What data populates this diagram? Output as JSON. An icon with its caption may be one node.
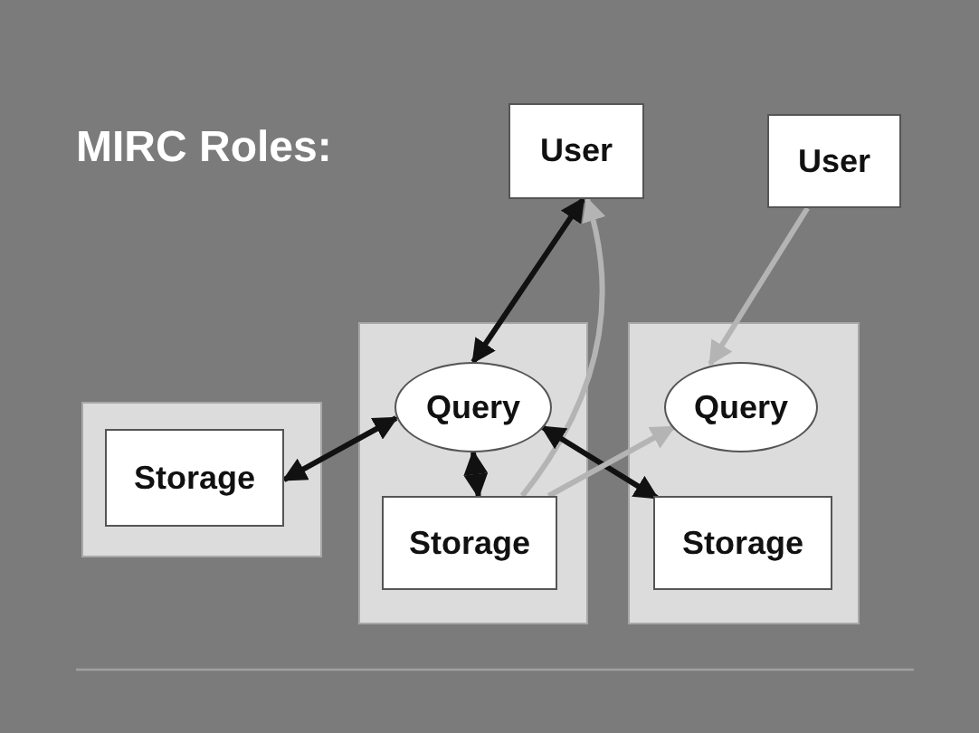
{
  "diagram": {
    "title": "MIRC Roles:",
    "nodes": [
      {
        "text": [
          "User"
        ]
      },
      {
        "text": [
          "User"
        ]
      },
      {
        "text": [],
        "shape": "box"
      },
      {
        "text": [
          "Storage"
        ],
        "in": 2
      },
      {
        "text": [],
        "shape": "box"
      },
      {
        "text": [
          "Query"
        ],
        "in": 4
      },
      {
        "text": [
          "Storage"
        ],
        "in": 4
      },
      {
        "text": [],
        "shape": "box"
      },
      {
        "text": [
          "Query"
        ],
        "in": 7
      },
      {
        "text": [
          "Storage"
        ],
        "in": 7
      }
    ],
    "edges": [
      {
        "from": 0,
        "to": 5,
        "arrow": "both"
      },
      {
        "from": 6,
        "to": 0,
        "arrow": "to",
        "color": "#b4b4b4"
      },
      {
        "from": 1,
        "to": 8,
        "arrow": "to",
        "color": "#b4b4b4"
      },
      {
        "from": 3,
        "to": 5,
        "arrow": "both"
      },
      {
        "from": 5,
        "to": 6,
        "arrow": "both"
      },
      {
        "from": 5,
        "to": 9,
        "arrow": "both"
      },
      {
        "from": 6,
        "to": 8,
        "arrow": "to",
        "color": "#b4b4b4"
      }
    ]
  }
}
